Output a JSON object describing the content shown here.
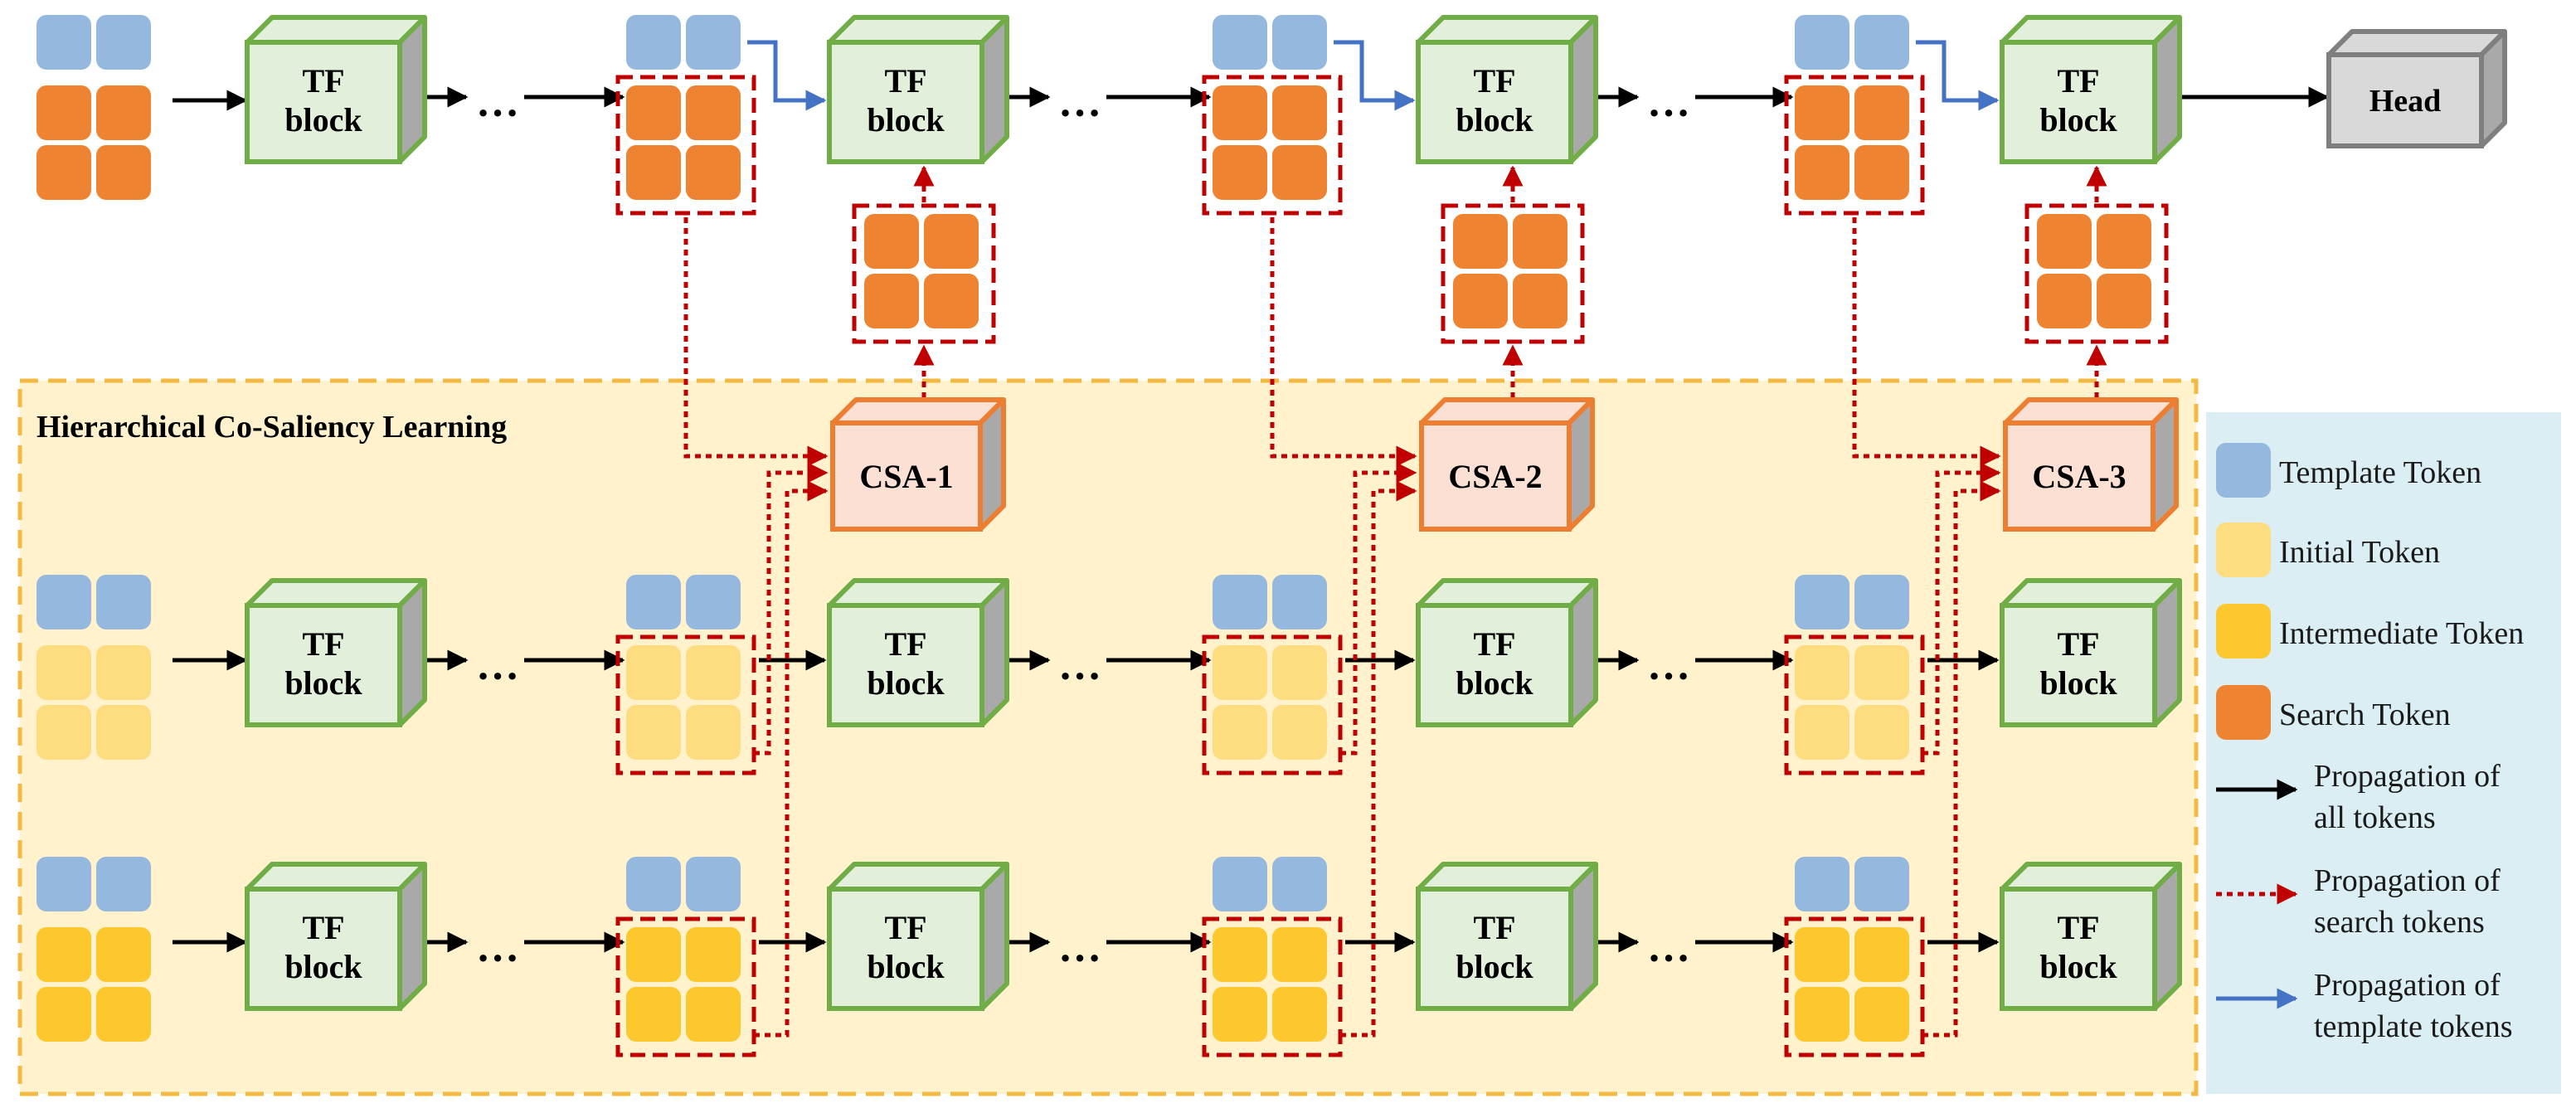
{
  "colors": {
    "template": "#95B8DE",
    "initial": "#FDDD7F",
    "intermediate": "#FDC72E",
    "search": "#EE8431",
    "tf_fill": "#E2EFDA",
    "tf_border": "#70AD47",
    "csa_fill": "#FBE0D3",
    "csa_border": "#ED7D31",
    "head_fill": "#D9D9D9",
    "head_border": "#7F7F7F",
    "region_fill": "#FFF2CC",
    "region_border": "#F4B942",
    "legend_bg": "#DAEEF3",
    "red_dashed": "#C00000",
    "blue_arrow": "#4472C4"
  },
  "diagram": {
    "tf_block_label_line1": "TF",
    "tf_block_label_line2": "block",
    "head_label": "Head",
    "ellipsis": "…",
    "csa_labels": [
      "CSA-1",
      "CSA-2",
      "CSA-3"
    ],
    "region_title": "Hierarchical Co-Saliency Learning",
    "branches": [
      "search-branch",
      "initial-branch",
      "intermediate-branch"
    ]
  },
  "legend": {
    "items": [
      {
        "kind": "swatch",
        "color_key": "template",
        "lines": [
          "Template Token"
        ]
      },
      {
        "kind": "swatch",
        "color_key": "initial",
        "lines": [
          "Initial Token"
        ]
      },
      {
        "kind": "swatch",
        "color_key": "intermediate",
        "lines": [
          "Intermediate Token"
        ]
      },
      {
        "kind": "swatch",
        "color_key": "search",
        "lines": [
          "Search Token"
        ]
      },
      {
        "kind": "arrow-black",
        "lines": [
          "Propagation of",
          "all tokens"
        ]
      },
      {
        "kind": "arrow-red-dashed",
        "lines": [
          "Propagation of",
          "search tokens"
        ]
      },
      {
        "kind": "arrow-blue",
        "lines": [
          "Propagation of",
          "template tokens"
        ]
      }
    ]
  }
}
